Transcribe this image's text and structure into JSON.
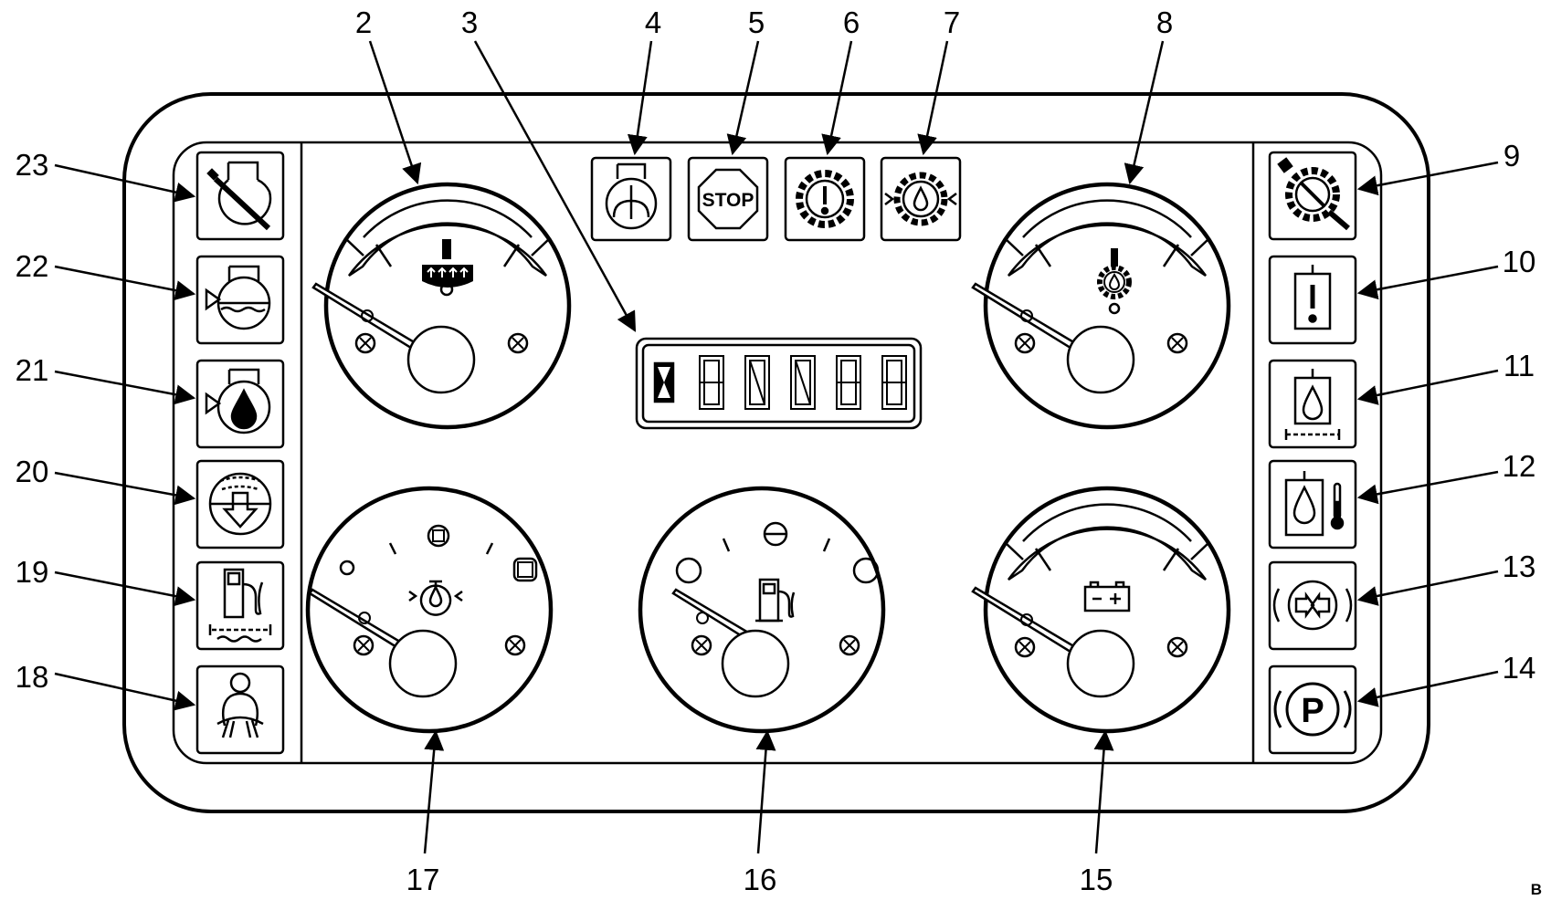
{
  "callouts": {
    "c2": "2",
    "c3": "3",
    "c4": "4",
    "c5": "5",
    "c6": "6",
    "c7": "7",
    "c8": "8",
    "c9": "9",
    "c10": "10",
    "c11": "11",
    "c12": "12",
    "c13": "13",
    "c14": "14",
    "c15": "15",
    "c16": "16",
    "c17": "17",
    "c18": "18",
    "c19": "19",
    "c20": "20",
    "c21": "21",
    "c22": "22",
    "c23": "23"
  },
  "symbols": {
    "stop": "STOP",
    "parking": "P"
  },
  "corner_mark": "B",
  "colors": {
    "ink": "#000000",
    "paper": "#ffffff"
  }
}
